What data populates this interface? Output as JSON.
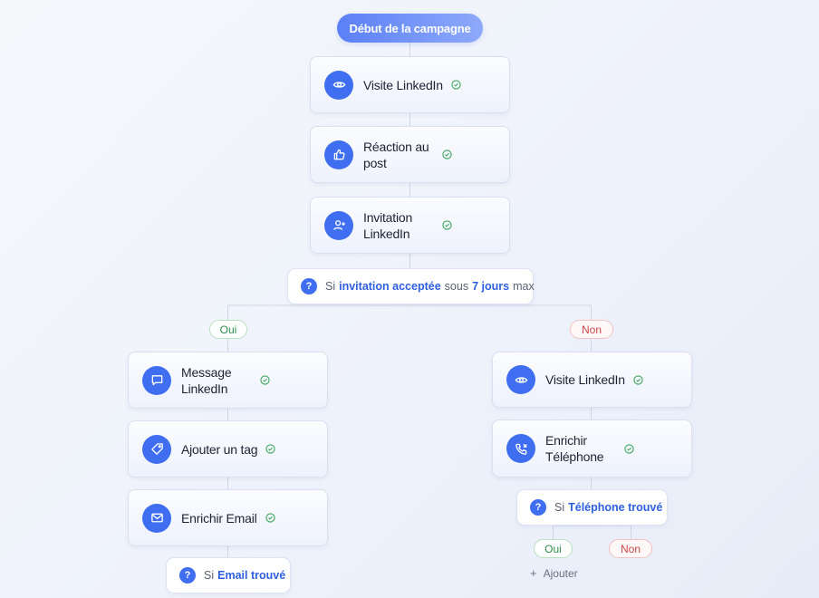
{
  "start": {
    "label": "Début de la campagne"
  },
  "main_flow": [
    {
      "label": "Visite LinkedIn",
      "icon": "eye-icon",
      "done": true
    },
    {
      "label": "Réaction au post",
      "icon": "thumbs-up-icon",
      "done": true
    },
    {
      "label": "Invitation LinkedIn",
      "icon": "user-plus-icon",
      "done": true
    }
  ],
  "condition_main": {
    "prefix": "Si",
    "highlight1": "invitation acceptée",
    "middle": "sous",
    "highlight2": "7 jours",
    "suffix": "max"
  },
  "branch_yes": {
    "label": "Oui",
    "steps": [
      {
        "label": "Message LinkedIn",
        "icon": "message-icon",
        "done": true
      },
      {
        "label": "Ajouter un tag",
        "icon": "tag-icon",
        "done": true
      },
      {
        "label": "Enrichir Email",
        "icon": "mail-icon",
        "done": true
      }
    ],
    "condition": {
      "prefix": "Si",
      "highlight": "Email trouvé"
    }
  },
  "branch_no": {
    "label": "Non",
    "steps": [
      {
        "label": "Visite LinkedIn",
        "icon": "eye-icon",
        "done": true
      },
      {
        "label": "Enrichir Téléphone",
        "icon": "phone-icon",
        "done": true
      }
    ],
    "condition": {
      "prefix": "Si",
      "highlight": "Téléphone trouvé"
    },
    "sub_yes": "Oui",
    "sub_no": "Non",
    "add_label": "Ajouter"
  },
  "colors": {
    "accent": "#3f6ff0",
    "success": "#2e8c4a",
    "danger": "#cc4545",
    "start_gradient_from": "#5b80f6",
    "start_gradient_to": "#8ea9fb"
  }
}
